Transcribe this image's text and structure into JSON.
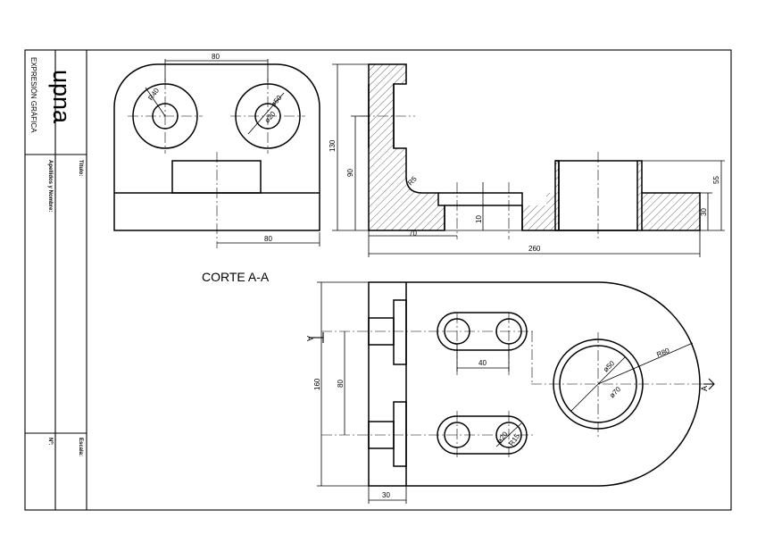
{
  "title_block": {
    "logo": "upna",
    "department": "EXPRESIÓN GRÁFICA",
    "titulo_label": "Título:",
    "apellidos_label": "Apellidos y Nombre:",
    "escala_label": "Escala:",
    "num_label": "Nº:"
  },
  "section_label": "CORTE A-A",
  "section_marker": "A",
  "dimensions": {
    "front_top_spacing": "80",
    "front_r40": "R40",
    "front_d50": "ø50",
    "front_d20": "ø20",
    "front_bottom_80": "80",
    "side_130": "130",
    "side_90": "90",
    "side_r5": "R5",
    "side_10": "10",
    "side_70": "70",
    "side_260": "260",
    "side_55": "55",
    "side_30": "30",
    "top_160": "160",
    "top_80": "80",
    "top_40": "40",
    "top_d50": "ø50",
    "top_d70": "ø70",
    "top_r80": "R80",
    "top_d20": "ø20",
    "top_r15": "R15",
    "top_30": "30"
  }
}
